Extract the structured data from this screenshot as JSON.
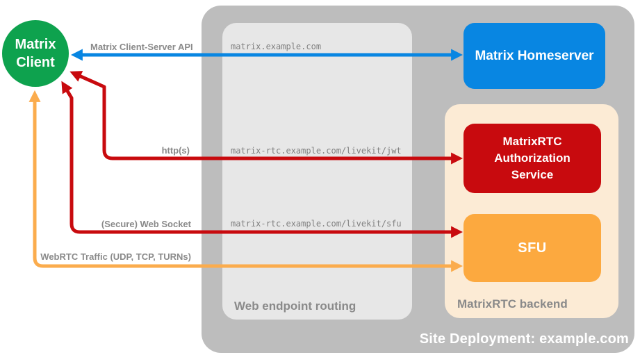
{
  "site": {
    "label": "Site Deployment: example.com"
  },
  "client": {
    "label": "Matrix\nClient"
  },
  "homeserver": {
    "label": "Matrix Homeserver"
  },
  "routing": {
    "label": "Web endpoint routing",
    "endpoints": [
      "matrix.example.com",
      "matrix-rtc.example.com/livekit/jwt",
      "matrix-rtc.example.com/livekit/sfu"
    ]
  },
  "backend": {
    "label": "MatrixRTC backend",
    "auth_service": {
      "label": "MatrixRTC Authorization Service"
    },
    "sfu": {
      "label": "SFU"
    }
  },
  "arrows": {
    "client_server_api": {
      "label": "Matrix Client-Server API",
      "color": "#0886E2",
      "bidirectional": true
    },
    "https": {
      "label": "http(s)",
      "color": "#C80A0E",
      "bidirectional": true
    },
    "websocket": {
      "label": "(Secure) Web Socket",
      "color": "#C80A0E",
      "bidirectional": true
    },
    "webrtc": {
      "label": "WebRTC Traffic (UDP, TCP, TURNs)",
      "color": "#FBAC4D",
      "bidirectional": true
    }
  },
  "colors": {
    "client_green": "#0EA24E",
    "homeserver_blue": "#0886E2",
    "auth_red": "#C80A0E",
    "sfu_orange": "#FCA93F",
    "backend_peach": "#FCEBD5",
    "container_gray": "#BDBDBD",
    "routing_gray": "#E7E7E7",
    "label_gray": "#8A8A8A"
  }
}
